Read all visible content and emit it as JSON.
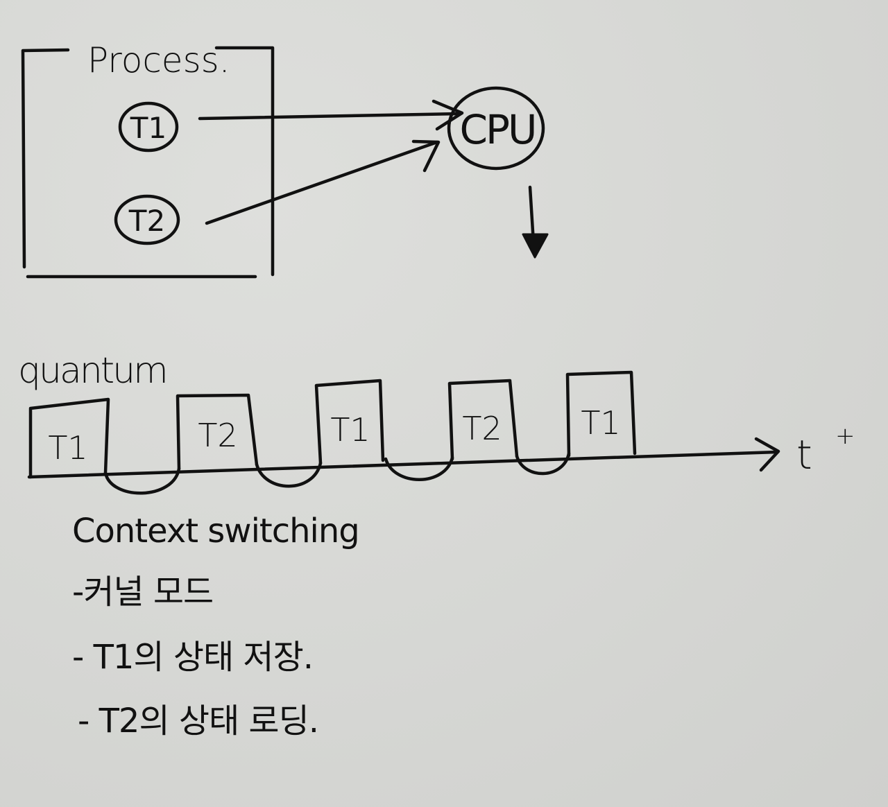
{
  "process": {
    "title": "Process.",
    "threads": [
      "T1",
      "T2"
    ]
  },
  "cpu": {
    "label": "CPU"
  },
  "timeline": {
    "quantum_label": "quantum",
    "slots": [
      "T1",
      "T2",
      "T1",
      "T2",
      "T1"
    ],
    "axis_label": "t",
    "axis_mark": "+"
  },
  "notes": {
    "heading": "Context switching",
    "items": [
      "-커널 모드",
      "- T1의 상태 저장.",
      "- T2의 상태 로딩."
    ]
  },
  "colors": {
    "ink": "#111111",
    "paper": "#d8d9d6"
  }
}
